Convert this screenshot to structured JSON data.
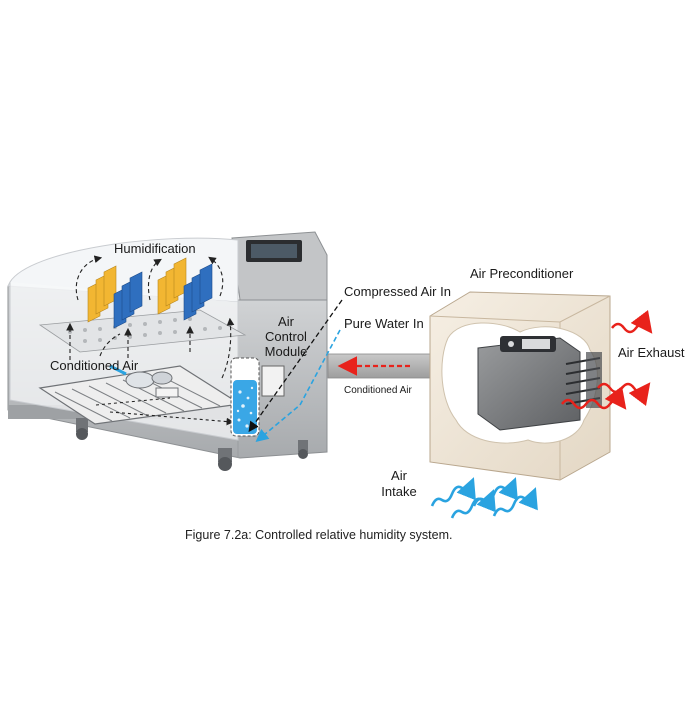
{
  "figure": {
    "caption": "Figure 7.2a: Controlled relative humidity system."
  },
  "labels": {
    "humidification": "Humidification",
    "conditioned_air_chamber": "Conditioned Air",
    "air_control_module_line1": "Air",
    "air_control_module_line2": "Control",
    "air_control_module_line3": "Module",
    "compressed_air_in": "Compressed Air In",
    "pure_water_in": "Pure Water In",
    "conditioned_air_duct": "Conditioned Air",
    "air_preconditioner": "Air Preconditioner",
    "air_exhaust": "Air Exhaust",
    "air_intake_line1": "Air",
    "air_intake_line2": "Intake"
  },
  "colors": {
    "exhaust_arrows": "#e8221b",
    "intake_arrows": "#2aa3e0",
    "conditioned_air_arrow": "#e8221b",
    "pure_water_line": "#2aa3e0",
    "compressed_air_line": "#111111",
    "yellow_panels": "#f2b632",
    "blue_panels": "#2f6fbf",
    "water_column": "#3aa7e6",
    "cabinet_grey": "#b9bcbf",
    "preconditioner_box": "#efe6d8"
  }
}
